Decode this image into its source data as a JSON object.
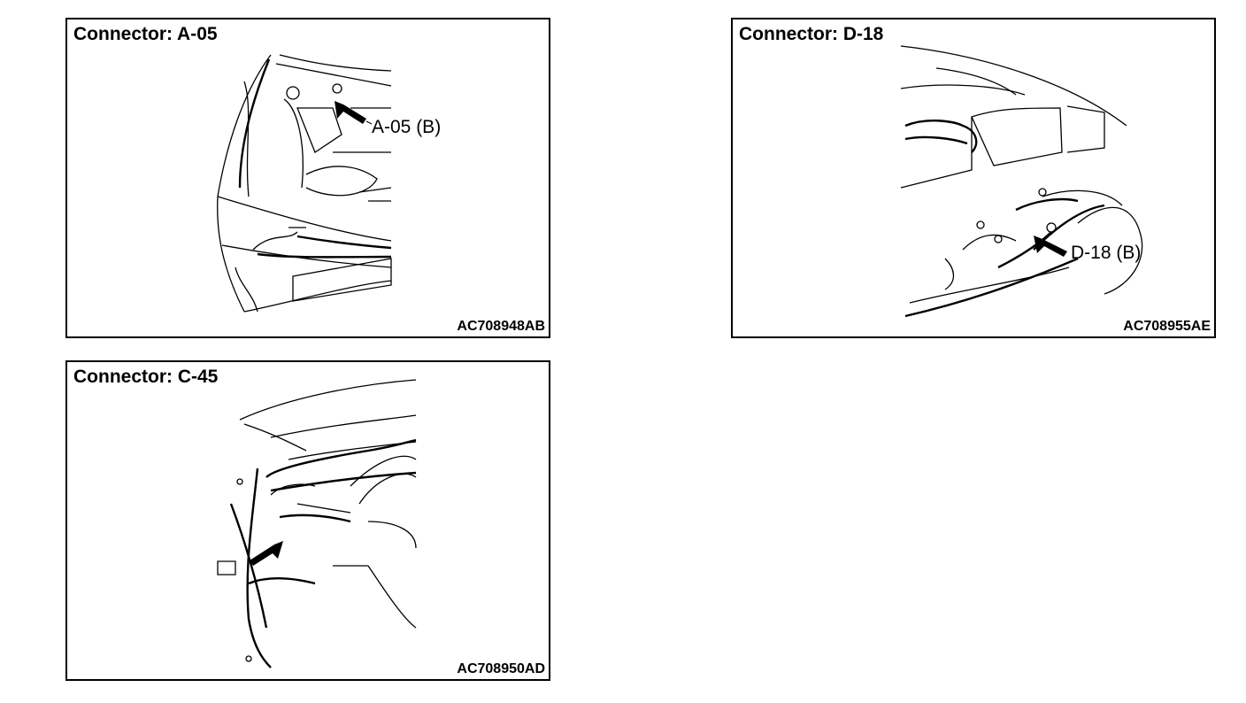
{
  "panels": [
    {
      "title": "Connector: A-05",
      "callout": "A-05 (B)",
      "code": "AC708948AB"
    },
    {
      "title": "Connector: D-18",
      "callout": "D-18 (B)",
      "code": "AC708955AE"
    },
    {
      "title": "Connector: C-45",
      "code": "AC708950AD"
    }
  ]
}
